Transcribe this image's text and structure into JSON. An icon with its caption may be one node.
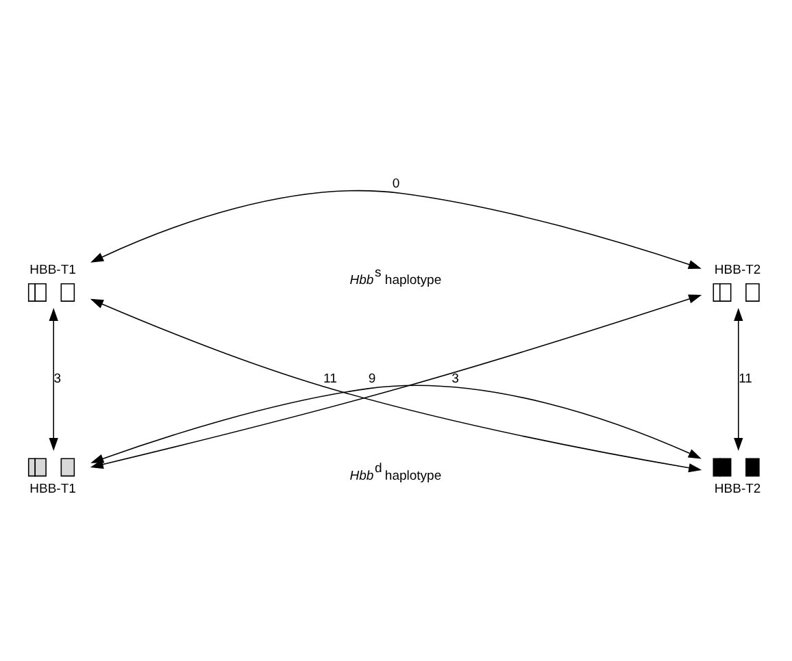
{
  "diagram": {
    "nodes": [
      {
        "text": [
          "HBB-T1"
        ]
      },
      {
        "text": [
          "HBB-T2"
        ]
      },
      {
        "text": [
          "HBB-T1"
        ]
      },
      {
        "text": [
          "HBB-T2"
        ]
      }
    ],
    "edges": [
      {
        "from": 0,
        "to": 1,
        "arrow": "both",
        "label": "0"
      },
      {
        "from": 0,
        "to": 2,
        "arrow": "both",
        "label": "3"
      },
      {
        "from": 0,
        "to": 3,
        "arrow": "both",
        "label": "11"
      },
      {
        "from": 1,
        "to": 2,
        "arrow": "both",
        "label": "3"
      },
      {
        "from": 1,
        "to": 3,
        "arrow": "both",
        "label": "11"
      },
      {
        "from": 2,
        "to": 3,
        "arrow": "both",
        "label": "9"
      }
    ],
    "labels": [
      "*Hbb*$^{s}$ haplotype",
      "*Hbb*$^{d}$ haplotype"
    ]
  }
}
